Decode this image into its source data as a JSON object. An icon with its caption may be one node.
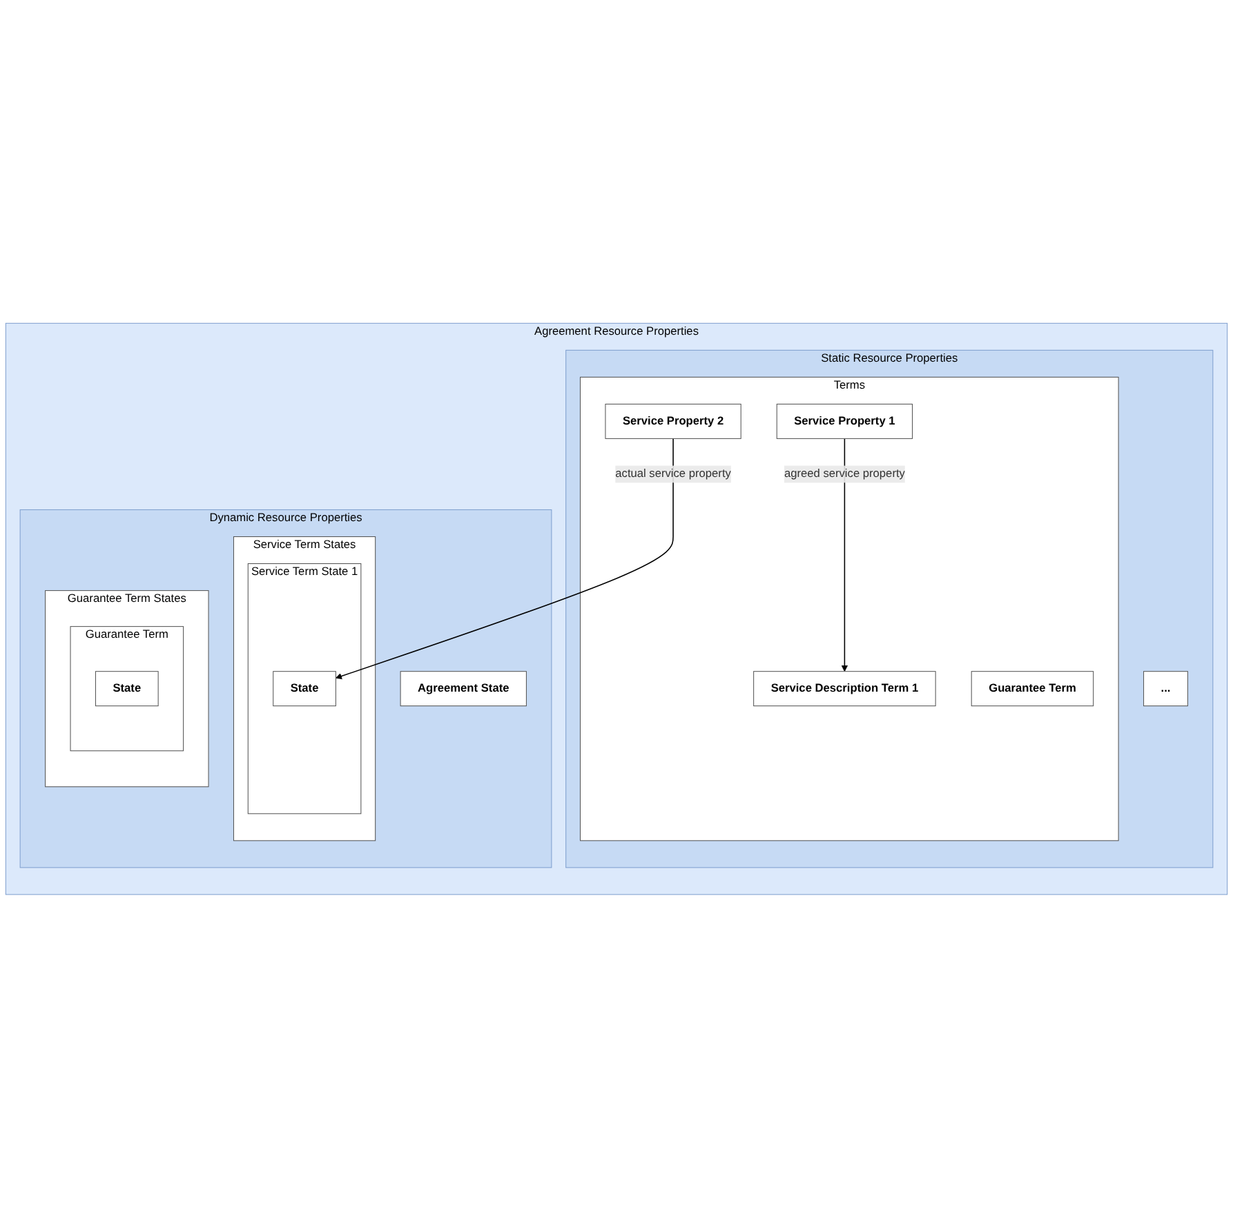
{
  "diagram": {
    "nodes": [
      {
        "text": [
          "Agreement Resource Properties"
        ]
      },
      {
        "text": [
          "Static Resource Properties"
        ],
        "in": 0
      },
      {
        "text": [
          "..."
        ],
        "in": 1
      },
      {
        "text": [
          "Terms"
        ],
        "in": 1
      },
      {
        "text": [
          "Service Description Term 1"
        ],
        "in": 3
      },
      {
        "text": [
          "Service Property 1"
        ],
        "in": 3
      },
      {
        "text": [
          "Service Property 2"
        ],
        "in": 3
      },
      {
        "text": [
          "Guarantee Term"
        ],
        "in": 3
      },
      {
        "text": [
          "Dynamic Resource Properties"
        ],
        "in": 0
      },
      {
        "text": [
          "Agreement State"
        ],
        "in": 8
      },
      {
        "text": [
          "Service Term States"
        ],
        "in": 8
      },
      {
        "text": [
          "Service Term State 1"
        ],
        "in": 10
      },
      {
        "text": [
          "State"
        ],
        "in": 11
      },
      {
        "text": [
          "Guarantee Term States"
        ],
        "in": 8
      },
      {
        "text": [
          "Guarantee Term"
        ],
        "in": 13
      },
      {
        "text": [
          "State"
        ],
        "in": 14
      }
    ],
    "edges": [
      {
        "from": 5,
        "to": 4,
        "arrow": "to",
        "label": "agreed service property"
      },
      {
        "from": 6,
        "to": 12,
        "arrow": "to",
        "label": "actual service property"
      }
    ]
  }
}
